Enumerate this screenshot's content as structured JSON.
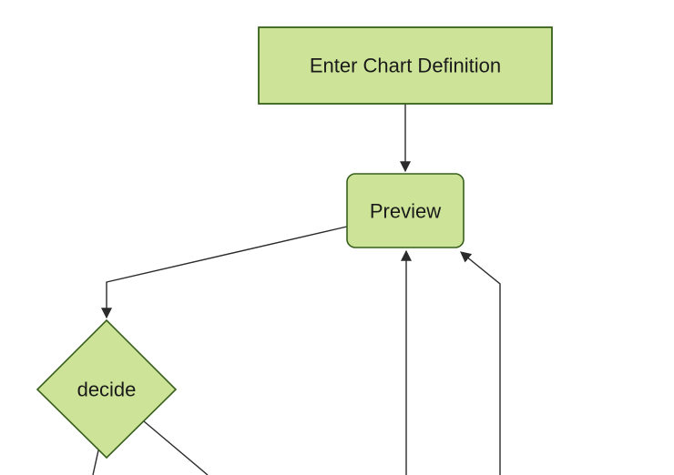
{
  "diagram": {
    "type": "flowchart",
    "direction": "top-down",
    "nodes": [
      {
        "id": "enter-chart-definition",
        "label": "Enter Chart Definition",
        "shape": "rectangle"
      },
      {
        "id": "preview",
        "label": "Preview",
        "shape": "rounded-rectangle"
      },
      {
        "id": "decide",
        "label": "decide",
        "shape": "diamond"
      }
    ],
    "edges": [
      {
        "from": "enter-chart-definition",
        "to": "preview",
        "arrow": true
      },
      {
        "from": "preview",
        "to": "decide",
        "arrow": true
      },
      {
        "from": "offscreen-bottom",
        "to": "preview",
        "arrow": true
      },
      {
        "from": "offscreen-bottom-right",
        "to": "preview",
        "arrow": true
      },
      {
        "from": "decide",
        "to": "offscreen-bottom-left",
        "arrow": false
      },
      {
        "from": "decide",
        "to": "offscreen-bottom-right",
        "arrow": false
      }
    ]
  },
  "colors": {
    "background": "#ffffff",
    "node_fill": "#cde498",
    "node_stroke": "#38601c",
    "edge_color": "#2b2b2b",
    "text_color": "#1a1a1a"
  }
}
